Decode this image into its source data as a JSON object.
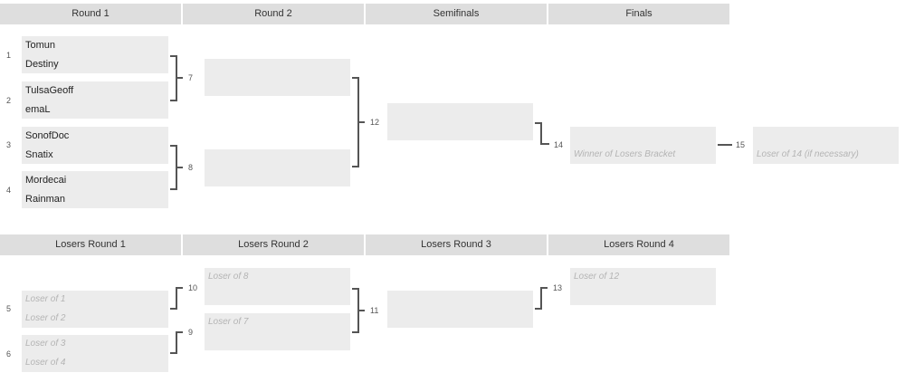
{
  "winners": {
    "headers": [
      "Round 1",
      "Round 2",
      "Semifinals",
      "Finals"
    ],
    "round1": [
      {
        "num": "1",
        "name": "Tomun"
      },
      {
        "num": "",
        "name": "Destiny"
      },
      {
        "num": "2",
        "name": "TulsaGeoff"
      },
      {
        "num": "",
        "name": "emaL"
      },
      {
        "num": "3",
        "name": "SonofDoc"
      },
      {
        "num": "",
        "name": "Snatix"
      },
      {
        "num": "4",
        "name": "Mordecai"
      },
      {
        "num": "",
        "name": "Rainman"
      }
    ],
    "match_numbers": {
      "m7": "7",
      "m8": "8",
      "m12": "12",
      "m14": "14",
      "m15": "15"
    },
    "finals": {
      "slot_winner_losers": "Winner of Losers Bracket",
      "slot_loser_14": "Loser of 14 (if necessary)"
    }
  },
  "losers": {
    "headers": [
      "Losers Round 1",
      "Losers Round 2",
      "Losers Round 3",
      "Losers Round 4"
    ],
    "round1": {
      "m5_num": "5",
      "m5_a": "Loser of 1",
      "m5_b": "Loser of 2",
      "m6_num": "6",
      "m6_a": "Loser of 3",
      "m6_b": "Loser of 4"
    },
    "round2": {
      "m10_slot": "Loser of 8",
      "m9_slot": "Loser of 7"
    },
    "match_numbers": {
      "m10": "10",
      "m9": "9",
      "m11": "11",
      "m13": "13"
    },
    "round4": {
      "slot": "Loser of 12"
    }
  }
}
